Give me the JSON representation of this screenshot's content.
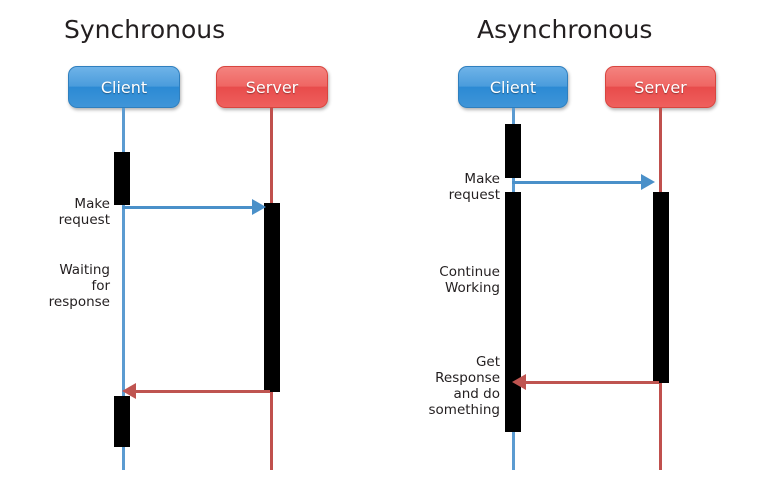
{
  "diagram": {
    "type": "uml-sequence-diagram",
    "background": "#ffffff",
    "colors": {
      "client": "#3f95d8",
      "server": "#ef605d",
      "client_lifeline": "#5b9bd1",
      "server_lifeline": "#c0504d",
      "request_arrow": "#4a90c9",
      "response_arrow": "#bf5450",
      "activation_bar": "#000000",
      "text": "#231f20"
    }
  },
  "panels": [
    {
      "id": "synchronous",
      "title": "Synchronous",
      "participants": [
        {
          "id": "client",
          "label": "Client",
          "role": "client"
        },
        {
          "id": "server",
          "label": "Server",
          "role": "server"
        }
      ],
      "messages": [
        {
          "id": "request",
          "label": "Make\nrequest",
          "from": "client",
          "to": "server",
          "direction": "right",
          "kind": "request"
        },
        {
          "id": "waiting",
          "label": "Waiting\nfor\nresponse",
          "from": "client",
          "to": "client",
          "direction": "none",
          "kind": "note"
        },
        {
          "id": "response",
          "label": "",
          "from": "server",
          "to": "client",
          "direction": "left",
          "kind": "response"
        }
      ]
    },
    {
      "id": "asynchronous",
      "title": "Asynchronous",
      "participants": [
        {
          "id": "client",
          "label": "Client",
          "role": "client"
        },
        {
          "id": "server",
          "label": "Server",
          "role": "server"
        }
      ],
      "messages": [
        {
          "id": "request",
          "label": "Make\nrequest",
          "from": "client",
          "to": "server",
          "direction": "right",
          "kind": "request"
        },
        {
          "id": "working",
          "label": "Continue\nWorking",
          "from": "client",
          "to": "client",
          "direction": "none",
          "kind": "note"
        },
        {
          "id": "response",
          "label": "Get\nResponse\nand do\nsomething",
          "from": "server",
          "to": "client",
          "direction": "left",
          "kind": "response"
        }
      ]
    }
  ]
}
